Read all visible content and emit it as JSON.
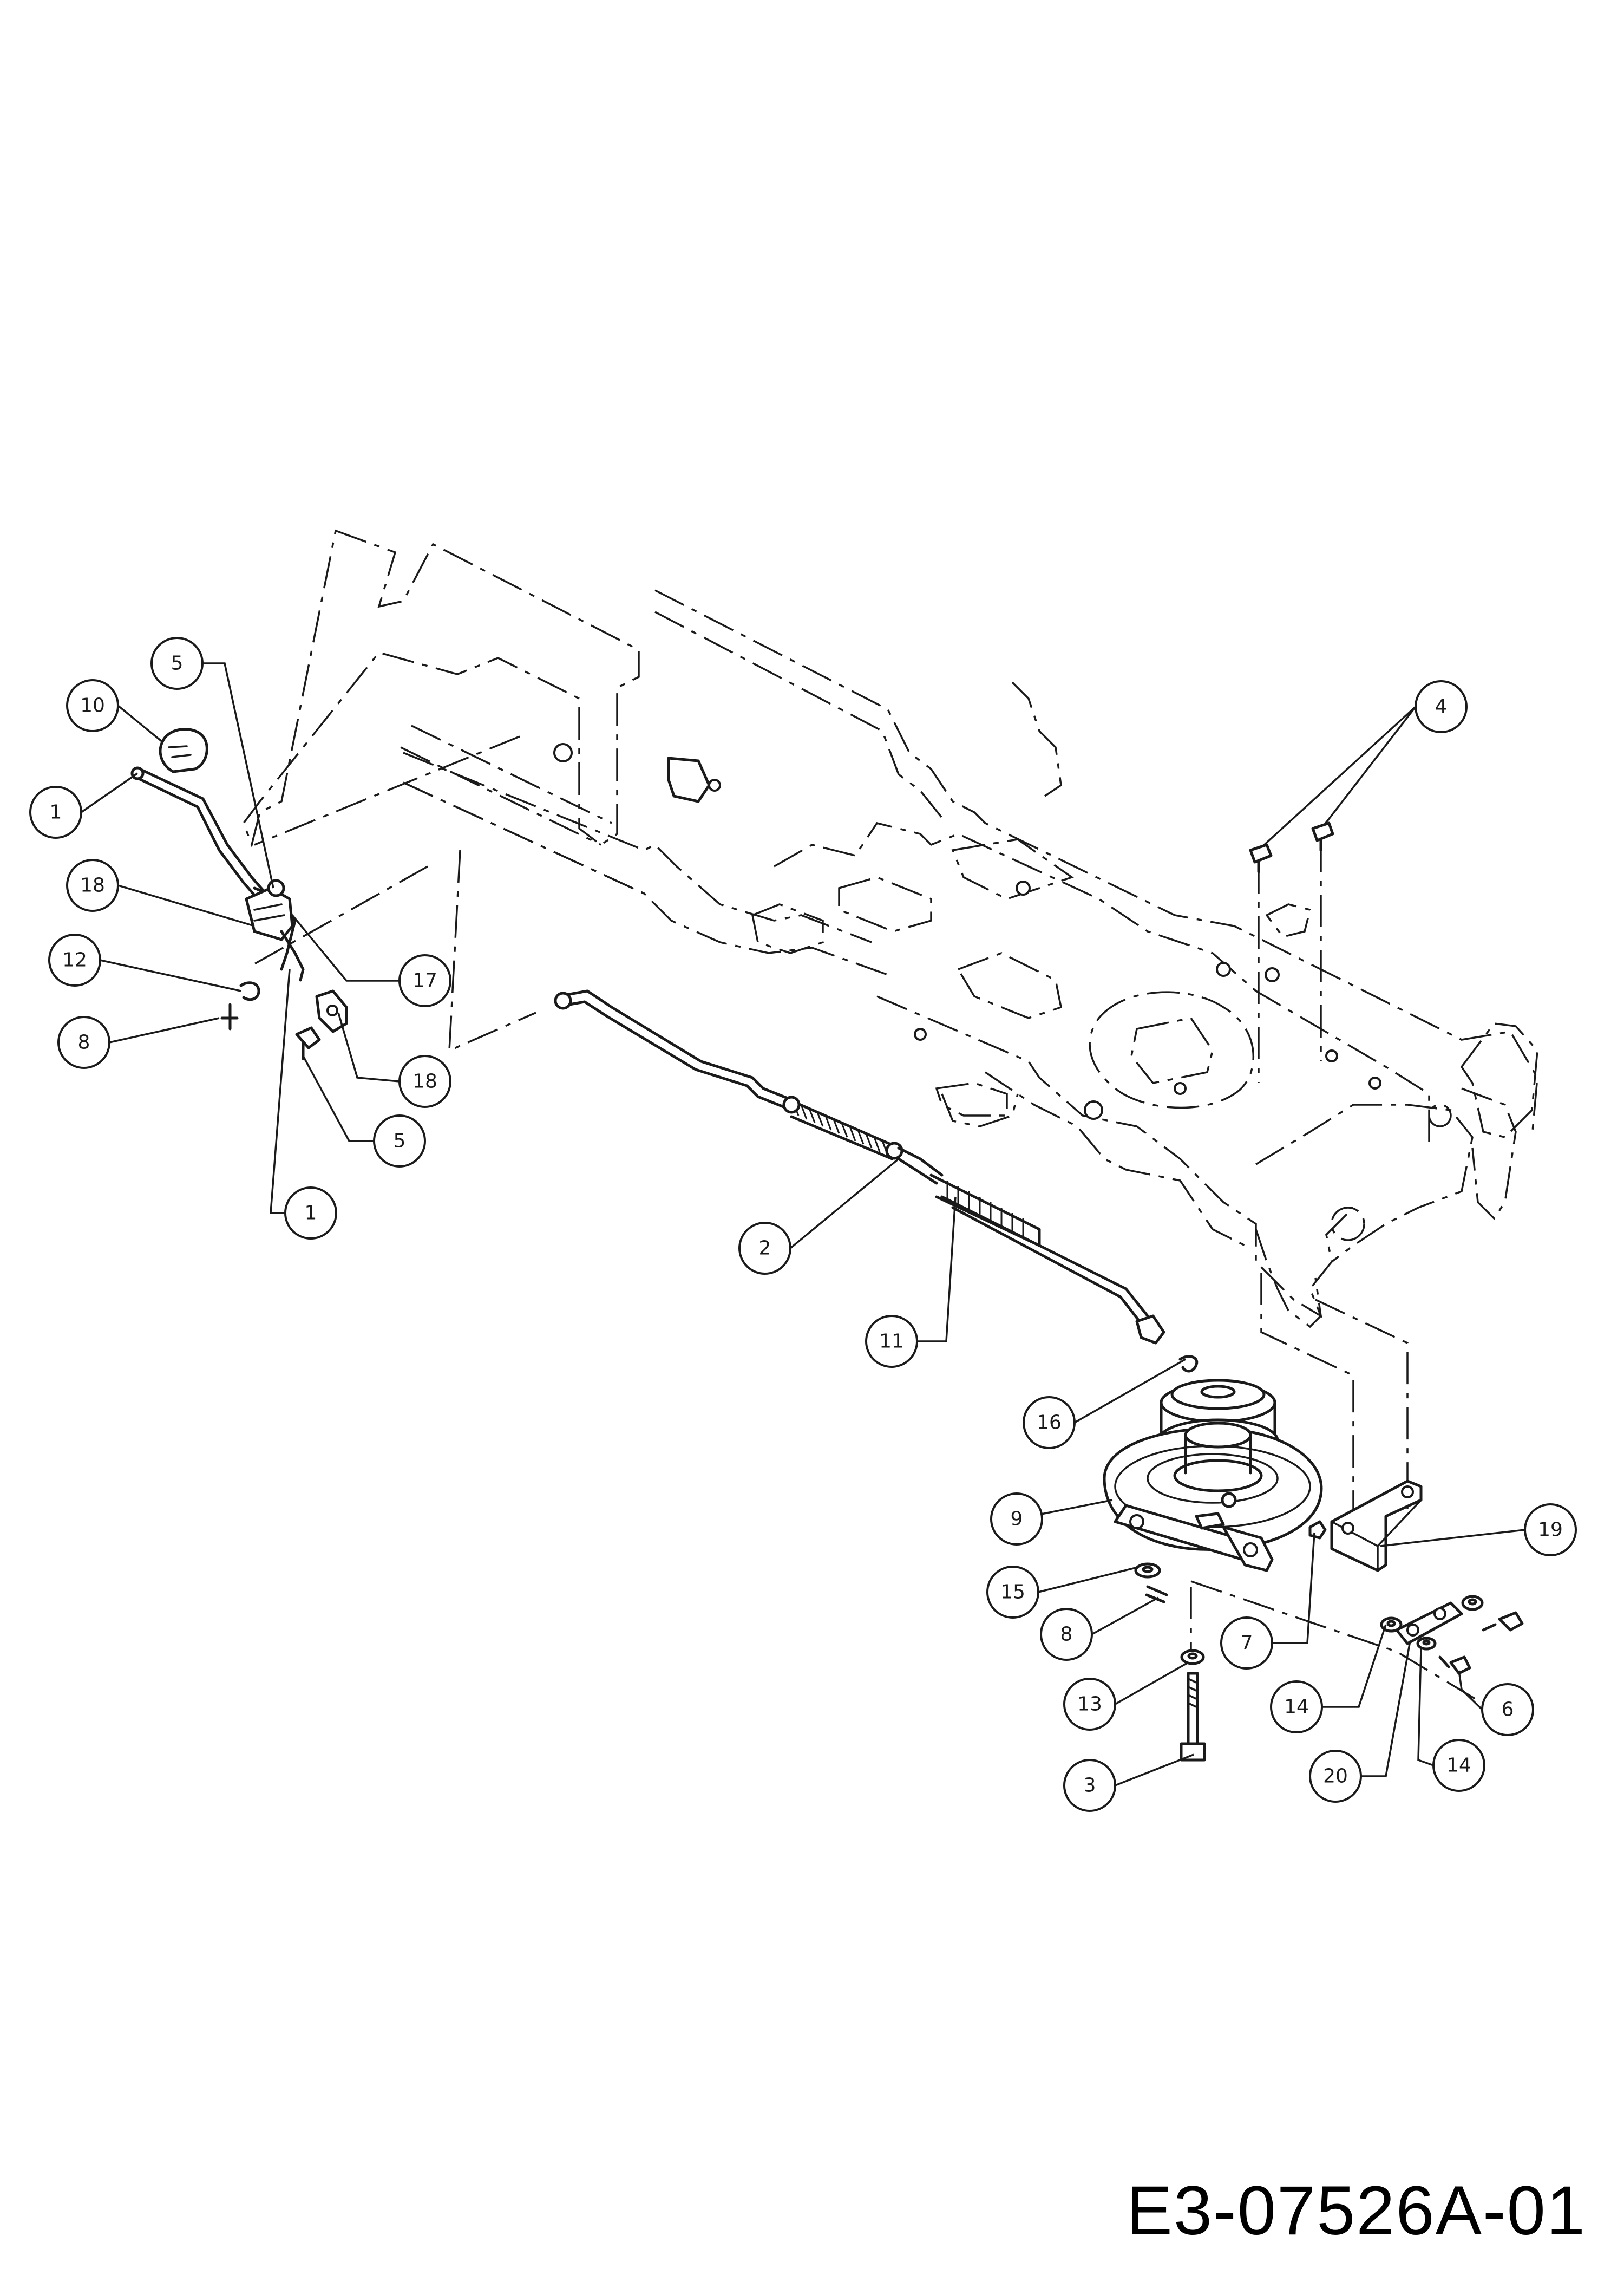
{
  "diagram_code": "E3-07526A-01",
  "callouts": [
    {
      "number": "1"
    },
    {
      "number": "1"
    },
    {
      "number": "2"
    },
    {
      "number": "3"
    },
    {
      "number": "4"
    },
    {
      "number": "5"
    },
    {
      "number": "5"
    },
    {
      "number": "6"
    },
    {
      "number": "7"
    },
    {
      "number": "8"
    },
    {
      "number": "8"
    },
    {
      "number": "9"
    },
    {
      "number": "10"
    },
    {
      "number": "11"
    },
    {
      "number": "12"
    },
    {
      "number": "13"
    },
    {
      "number": "14"
    },
    {
      "number": "14"
    },
    {
      "number": "15"
    },
    {
      "number": "16"
    },
    {
      "number": "17"
    },
    {
      "number": "18"
    },
    {
      "number": "18"
    },
    {
      "number": "19"
    },
    {
      "number": "20"
    }
  ]
}
